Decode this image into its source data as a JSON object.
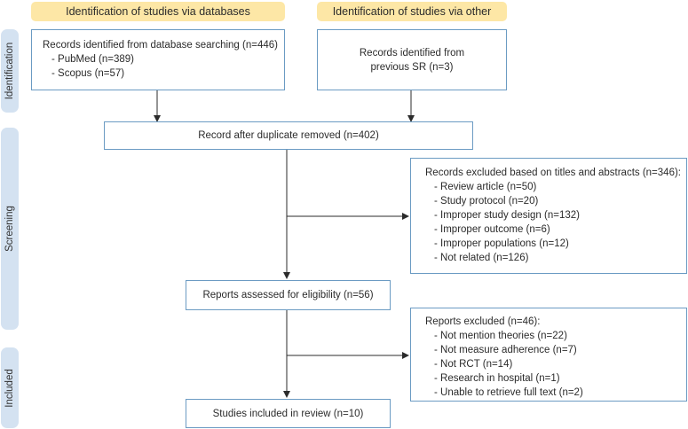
{
  "headers": {
    "databases": "Identification of studies via databases",
    "other": "Identification of studies via other"
  },
  "stages": {
    "identification": "Identification",
    "screening": "Screening",
    "included": "Included"
  },
  "boxes": {
    "database_records": {
      "title": "Records identified from database searching (n=446)",
      "items": [
        "- PubMed (n=389)",
        "- Scopus (n=57)"
      ]
    },
    "previous_sr": {
      "line1": "Records identified from",
      "line2": "previous SR (n=3)"
    },
    "after_duplicates": "Record after duplicate removed (n=402)",
    "excluded_titles": {
      "title": "Records excluded based on titles and abstracts (n=346):",
      "items": [
        "- Review article (n=50)",
        "- Study protocol (n=20)",
        "- Improper study design (n=132)",
        "- Improper outcome (n=6)",
        "- Improper populations (n=12)",
        "- Not related (n=126)"
      ]
    },
    "eligibility": "Reports assessed for eligibility (n=56)",
    "reports_excluded": {
      "title": "Reports excluded (n=46):",
      "items": [
        "- Not mention theories (n=22)",
        "- Not measure adherence (n=7)",
        "- Not RCT (n=14)",
        "- Research in hospital (n=1)",
        "- Unable to retrieve full text (n=2)"
      ]
    },
    "included_review": "Studies included in review (n=10)"
  }
}
